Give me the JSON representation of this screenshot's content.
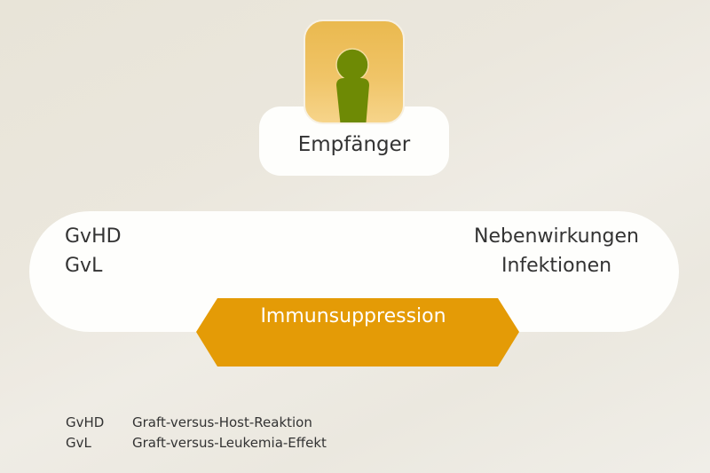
{
  "recipient": {
    "label": "Empfänger",
    "icon": "person-icon",
    "icon_bg_color": "#efc163",
    "icon_figure_color": "#6e8a05"
  },
  "outcomes": {
    "left": [
      "GvHD",
      "GvL"
    ],
    "right": [
      "Nebenwirkungen",
      "Infektionen"
    ]
  },
  "center_bar": {
    "label": "Immunsuppression",
    "color": "#e49b06"
  },
  "legend": [
    {
      "abbr": "GvHD",
      "meaning": "Graft-versus-Host-Reaktion"
    },
    {
      "abbr": "GvL",
      "meaning": "Graft-versus-Leukemia-Effekt"
    }
  ]
}
